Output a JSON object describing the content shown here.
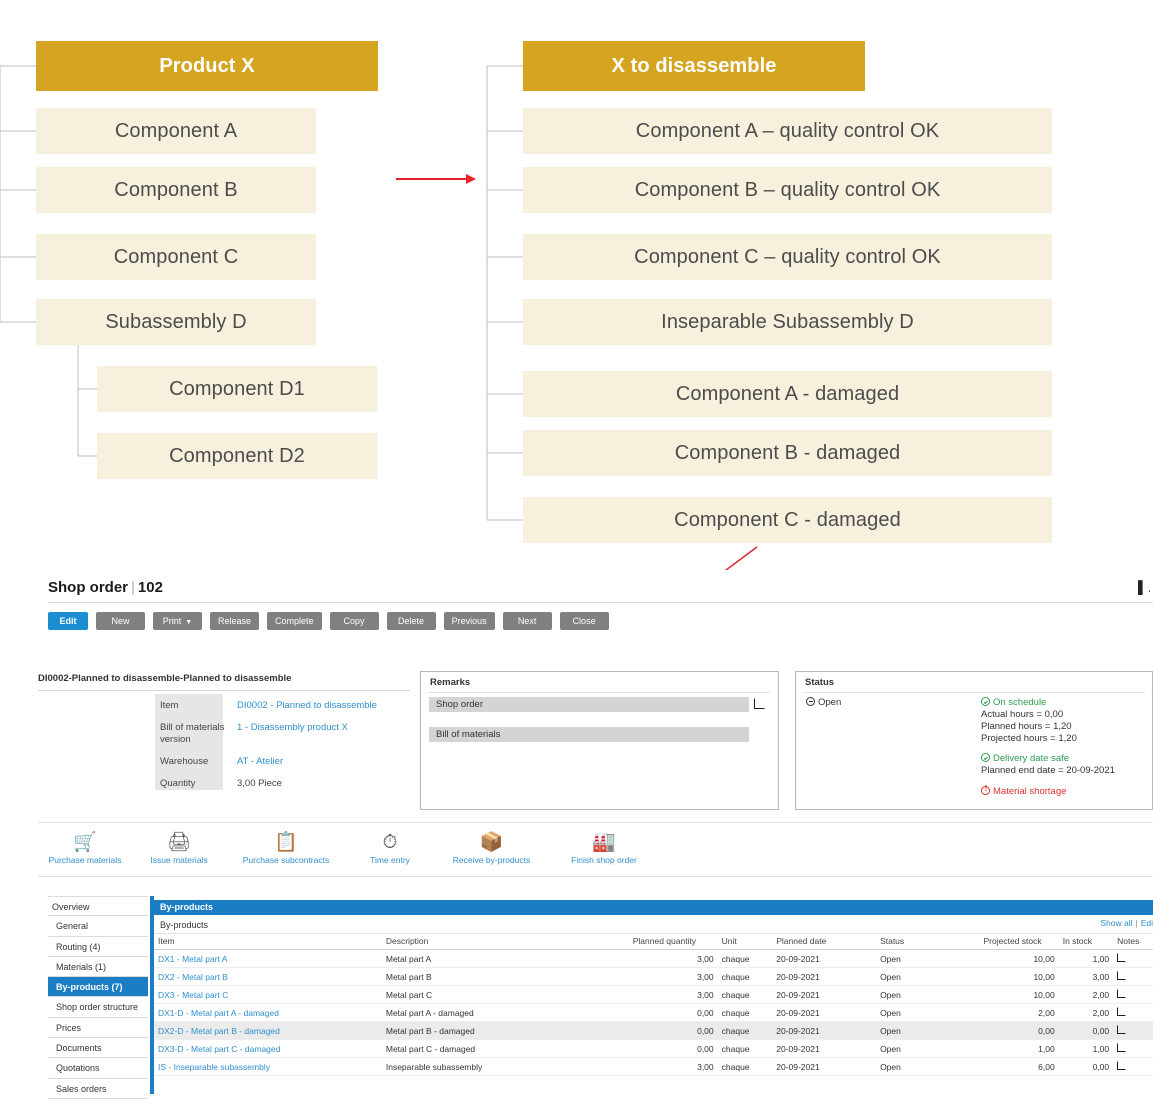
{
  "diagram": {
    "left_tree": {
      "header": "Product X",
      "nodes": [
        {
          "label": "Component A"
        },
        {
          "label": "Component B"
        },
        {
          "label": "Component C"
        },
        {
          "label": "Subassembly D"
        },
        {
          "label": "Component D1"
        },
        {
          "label": "Component D2"
        }
      ]
    },
    "right_tree": {
      "header": "X to disassemble",
      "nodes": [
        {
          "label": "Component A – quality control OK"
        },
        {
          "label": "Component B – quality control OK"
        },
        {
          "label": "Component C – quality control OK"
        },
        {
          "label": "Inseparable Subassembly D"
        },
        {
          "label": "Component A - damaged"
        },
        {
          "label": "Component B - damaged"
        },
        {
          "label": "Component C - damaged"
        }
      ]
    },
    "colors": {
      "header_gold": "#d5a521",
      "node_cream": "#f7f0dc",
      "connector_grey": "#c9c9c9",
      "arrow_red": "#e8232a"
    }
  },
  "app": {
    "title": "Shop order",
    "title_separator": "|",
    "record_id": "102",
    "toolbar": {
      "buttons": [
        {
          "label": "Edit",
          "primary": true
        },
        {
          "label": "New",
          "primary": false
        },
        {
          "label": "Print",
          "primary": false,
          "caret": true
        },
        {
          "label": "Release",
          "primary": false
        },
        {
          "label": "Complete",
          "primary": false
        },
        {
          "label": "Copy",
          "primary": false
        },
        {
          "label": "Delete",
          "primary": false
        },
        {
          "label": "Previous",
          "primary": false
        },
        {
          "label": "Next",
          "primary": false
        },
        {
          "label": "Close",
          "primary": false
        }
      ]
    },
    "detail": {
      "heading": "DI0002-Planned to disassemble-Planned to disassemble",
      "fields": [
        {
          "label": "Item",
          "value": "DI0002 - Planned to disassemble",
          "link": true
        },
        {
          "label": "Bill of materials version",
          "value": "1 - Disassembly product X",
          "link": true
        },
        {
          "label": "Warehouse",
          "value": "AT - Atelier",
          "link": true
        },
        {
          "label": "Quantity",
          "value": "3,00 Piece",
          "link": false
        }
      ]
    },
    "remarks": {
      "title": "Remarks",
      "fields": [
        {
          "value": "Shop order"
        },
        {
          "value": "Bill of materials"
        }
      ]
    },
    "status": {
      "title": "Status",
      "state": "Open",
      "groups": [
        {
          "icon": "check-circle-icon",
          "headline": "On schedule",
          "tone": "green",
          "lines": [
            "Actual hours = 0,00",
            "Planned hours = 1,20",
            "Projected hours = 1,20"
          ]
        },
        {
          "icon": "check-circle-icon",
          "headline": "Delivery date safe",
          "tone": "green",
          "lines": [
            "Planned end date = 20-09-2021"
          ]
        },
        {
          "icon": "warning-circle-icon",
          "headline": "Material shortage",
          "tone": "red",
          "lines": []
        }
      ]
    },
    "actions": [
      {
        "label": "Purchase materials",
        "icon": "shopping-cart-icon",
        "glyph": "🛒"
      },
      {
        "label": "Issue materials",
        "icon": "issue-materials-icon",
        "glyph": "🖨"
      },
      {
        "label": "Purchase subcontracts",
        "icon": "subcontract-icon",
        "glyph": "📋"
      },
      {
        "label": "Time entry",
        "icon": "stopwatch-icon",
        "glyph": "⏱"
      },
      {
        "label": "Receive by-products",
        "icon": "receive-box-icon",
        "glyph": "📦"
      },
      {
        "label": "Finish shop order",
        "icon": "factory-icon",
        "glyph": "🏭"
      }
    ],
    "sidebar": {
      "items": [
        {
          "label": "Overview",
          "active": false
        },
        {
          "label": "General",
          "active": false
        },
        {
          "label": "Routing (4)",
          "active": false
        },
        {
          "label": "Materials (1)",
          "active": false
        },
        {
          "label": "By-products (7)",
          "active": true
        },
        {
          "label": "Shop order structure",
          "active": false
        },
        {
          "label": "Prices",
          "active": false
        },
        {
          "label": "Documents",
          "active": false
        },
        {
          "label": "Quotations",
          "active": false
        },
        {
          "label": "Sales orders",
          "active": false
        }
      ]
    },
    "grid": {
      "titlebar": "By-products",
      "subbar": "By-products",
      "show_all": "Show all",
      "edit": "Edi",
      "columns": [
        "Item",
        "Description",
        "Planned quantity",
        "Unit",
        "Planned date",
        "Status",
        "Projected stock",
        "In stock",
        "Notes"
      ],
      "rows": [
        {
          "item": "DX1 - Metal part A",
          "description": "Metal part A",
          "planned_quantity": "3,00",
          "unit": "chaque",
          "planned_date": "20-09-2021",
          "status": "Open",
          "projected_stock": "10,00",
          "in_stock": "1,00",
          "alt": false
        },
        {
          "item": "DX2 - Metal part B",
          "description": "Metal part B",
          "planned_quantity": "3,00",
          "unit": "chaque",
          "planned_date": "20-09-2021",
          "status": "Open",
          "projected_stock": "10,00",
          "in_stock": "3,00",
          "alt": false
        },
        {
          "item": "DX3 - Metal part C",
          "description": "Metal part C",
          "planned_quantity": "3,00",
          "unit": "chaque",
          "planned_date": "20-09-2021",
          "status": "Open",
          "projected_stock": "10,00",
          "in_stock": "2,00",
          "alt": false
        },
        {
          "item": "DX1-D - Metal part A - damaged",
          "description": "Metal part A - damaged",
          "planned_quantity": "0,00",
          "unit": "chaque",
          "planned_date": "20-09-2021",
          "status": "Open",
          "projected_stock": "2,00",
          "in_stock": "2,00",
          "alt": false
        },
        {
          "item": "DX2-D - Metal part B - damaged",
          "description": "Metal part B - damaged",
          "planned_quantity": "0,00",
          "unit": "chaque",
          "planned_date": "20-09-2021",
          "status": "Open",
          "projected_stock": "0,00",
          "in_stock": "0,00",
          "alt": true
        },
        {
          "item": "DX3-D - Metal part C - damaged",
          "description": "Metal part C - damaged",
          "planned_quantity": "0,00",
          "unit": "chaque",
          "planned_date": "20-09-2021",
          "status": "Open",
          "projected_stock": "1,00",
          "in_stock": "1,00",
          "alt": false
        },
        {
          "item": "IS - Inseparable subassembly",
          "description": "Inseparable subassembly",
          "planned_quantity": "3,00",
          "unit": "chaque",
          "planned_date": "20-09-2021",
          "status": "Open",
          "projected_stock": "6,00",
          "in_stock": "0,00",
          "alt": false
        }
      ]
    },
    "colors": {
      "accent_blue": "#1b7dc4",
      "link_blue": "#2f8fd0",
      "button_grey": "#808080",
      "status_green": "#2e9e4f",
      "status_red": "#e03030"
    }
  }
}
